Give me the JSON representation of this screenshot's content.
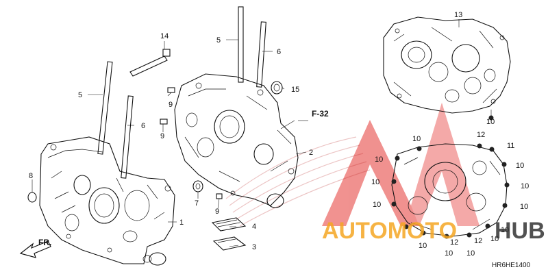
{
  "diagram": {
    "code": "HR6HE1400",
    "fr_label": "FR.",
    "ref_label": "F-32",
    "callouts": {
      "c1": "1",
      "c2": "2",
      "c3": "3",
      "c4": "4",
      "c5a": "5",
      "c5b": "5",
      "c6a": "6",
      "c6b": "6",
      "c7": "7",
      "c8": "8",
      "c9a": "9",
      "c9b": "9",
      "c10_1": "10",
      "c10_2": "10",
      "c10_3": "10",
      "c10_4": "10",
      "c10_5": "10",
      "c10_6": "10",
      "c10_7": "10",
      "c10_8": "10",
      "c10_9": "10",
      "c10_10": "10",
      "c10_11": "10",
      "c10_12": "10",
      "c10_13": "10",
      "c11": "11",
      "c12a": "12",
      "c12b": "12",
      "c12c": "12",
      "c13": "13",
      "c14": "14",
      "c15": "15"
    }
  },
  "watermark": {
    "brand_a": "AUTOMOTO",
    "brand_b": "HUB",
    "color_red": "#e53935",
    "color_orange": "#f5a623",
    "color_dark": "#333333"
  }
}
